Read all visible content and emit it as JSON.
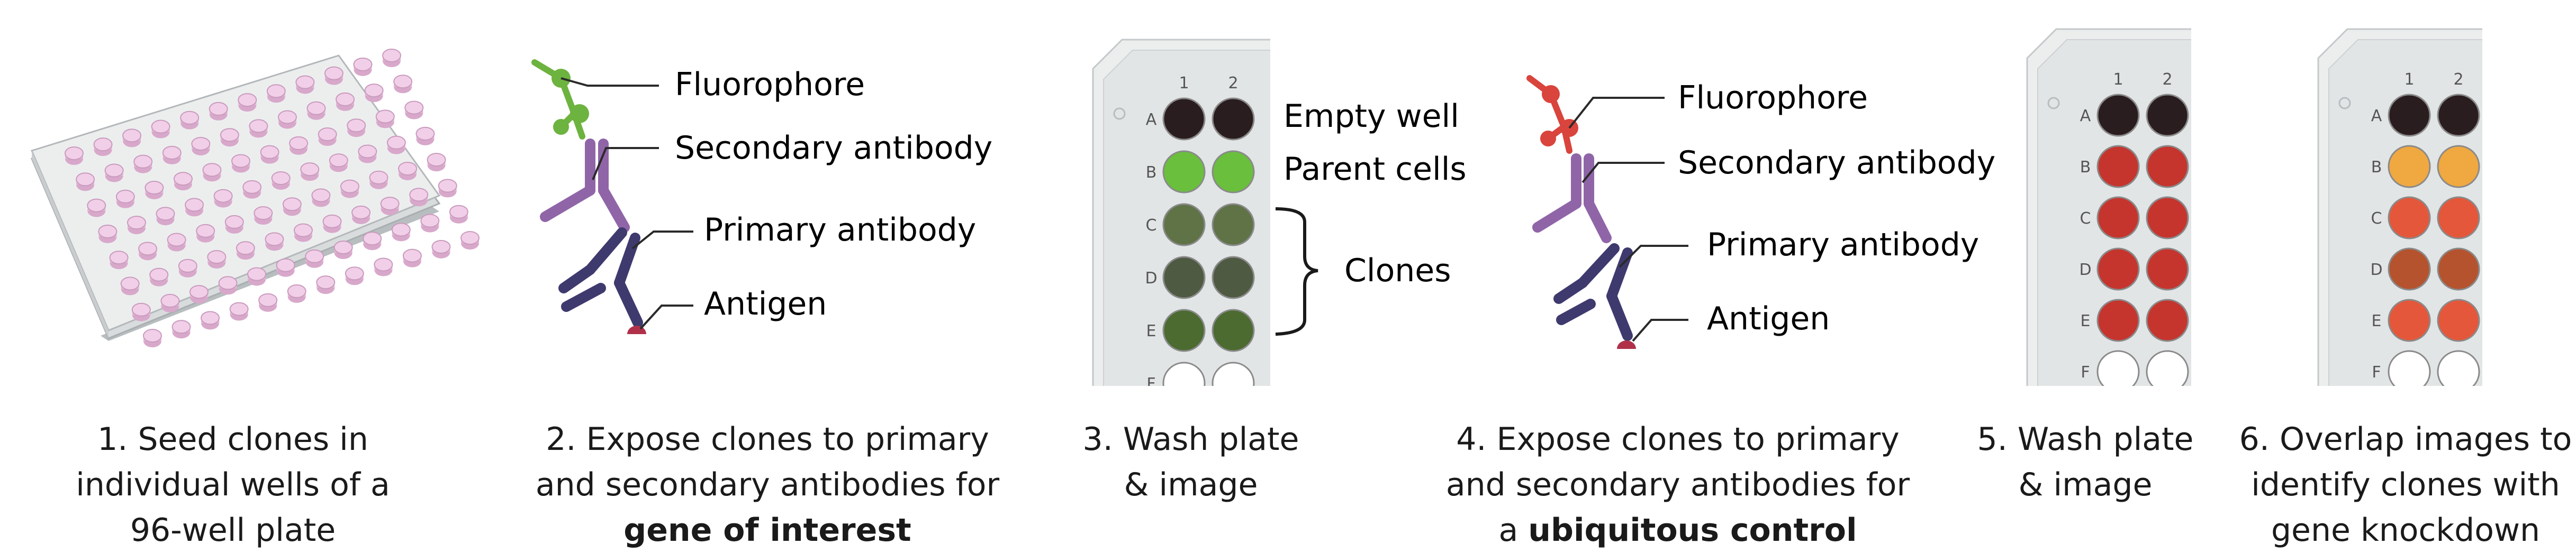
{
  "plate_row_letters": [
    "A",
    "B",
    "C",
    "D",
    "E",
    "F"
  ],
  "plate_column_numbers": [
    "1",
    "2"
  ],
  "step2_labels": {
    "fluorophore": "Fluorophore",
    "secondary": "Secondary antibody",
    "primary": "Primary antibody",
    "antigen": "Antigen"
  },
  "step3_labels": {
    "empty_well": "Empty well",
    "parent_cells": "Parent cells",
    "clones": "Clones"
  },
  "step4_labels": {
    "fluorophore": "Fluorophore",
    "secondary": "Secondary antibody",
    "primary": "Primary antibody",
    "antigen": "Antigen"
  },
  "captions": {
    "step1": [
      "1. Seed clones in",
      "individual wells of a",
      "96-well plate"
    ],
    "step2": [
      "2. Expose clones to primary",
      "and secondary antibodies for"
    ],
    "step2_bold": "gene of interest",
    "step3": [
      "3. Wash plate",
      "& image"
    ],
    "step4": [
      "4. Expose clones to primary",
      "and secondary antibodies for"
    ],
    "step4_prefix": "a ",
    "step4_bold": "ubiquitous control",
    "step5": [
      "5. Wash plate",
      "& image"
    ],
    "step6": [
      "6. Overlap images to",
      "identify clones with",
      "gene knockdown"
    ]
  },
  "well_colors": {
    "plate3": [
      "#2a1d1f",
      "#6abf3c",
      "#5f7347",
      "#4f5a42",
      "#4b6b30",
      "#ffffff"
    ],
    "plate5": [
      "#2a1d1f",
      "#c5352e",
      "#c5352e",
      "#c5352e",
      "#c5352e",
      "#ffffff"
    ],
    "plate6": [
      "#2a1d1f",
      "#f0a840",
      "#e5573a",
      "#b5532e",
      "#e5573a",
      "#ffffff"
    ]
  },
  "colors": {
    "fluor_green": "#6db33f",
    "fluor_red": "#d9443c",
    "secondary_ab": "#9065a8",
    "primary_ab": "#3e3a6e",
    "antigen": "#b0304a",
    "plate_pink": "#f2cfe8"
  }
}
